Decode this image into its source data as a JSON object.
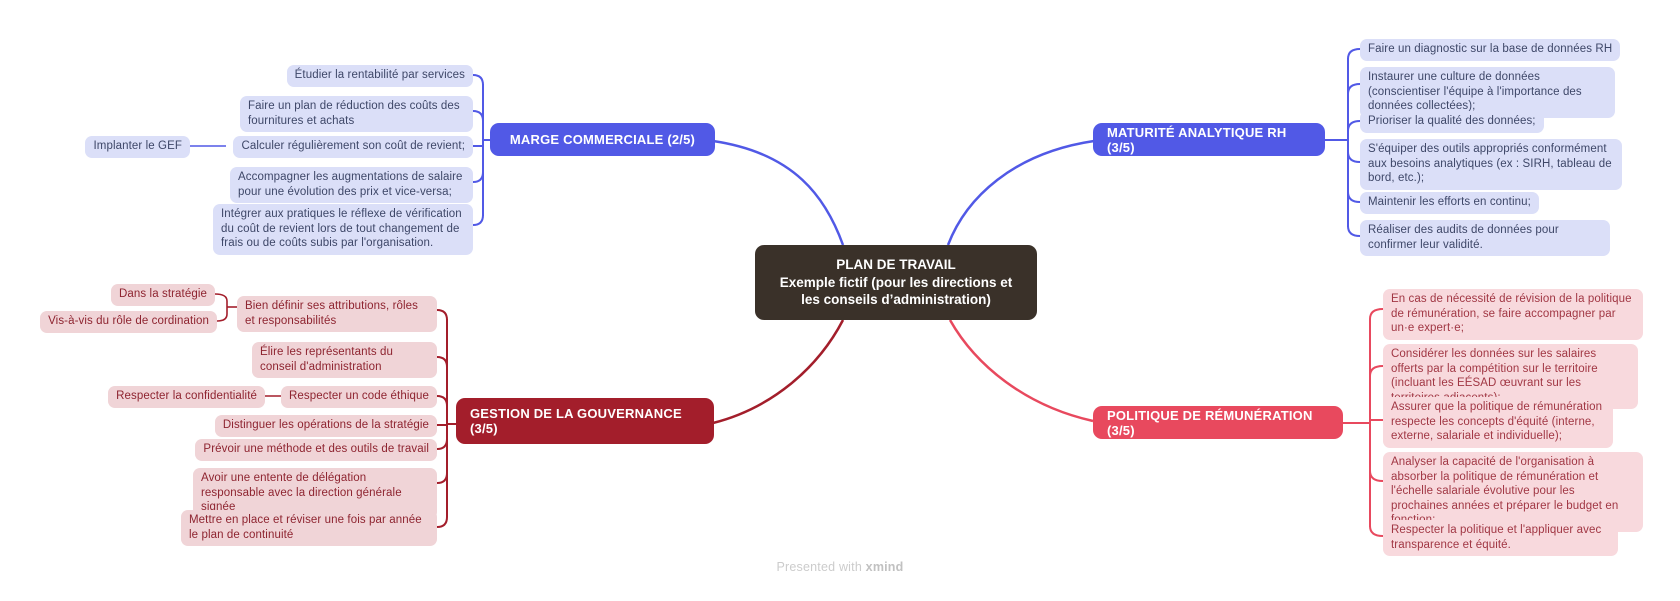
{
  "app": {
    "footer_prefix": "Presented with",
    "footer_brand": "xmind"
  },
  "colors": {
    "branch_blue": "#5159e6",
    "branch_blue_light": "#dbdff8",
    "branch_darkred": "#a31e2b",
    "branch_darkred_light": "#f0d4d7",
    "branch_rose": "#e8495e",
    "branch_rose_light": "#f8d9dd",
    "center_background": "#3a3129",
    "center_text": "#ffffff"
  },
  "center": {
    "title": "PLAN DE TRAVAIL",
    "subtitle": "Exemple fictif (pour les directions et les conseils d’administration)"
  },
  "branches": {
    "marge": {
      "label": "MARGE COMMERCIALE (2/5)",
      "children": {
        "c1": "Étudier la rentabilité par services",
        "c2": "Faire un plan de réduction des coûts des fournitures et achats",
        "c3": "Calculer régulièrement son coût de revient;",
        "c3a": "Implanter le GEF",
        "c4": "Accompagner les augmentations de salaire pour une évolution des prix et vice-versa;",
        "c5": "Intégrer aux pratiques le réflexe de vérification du coût de revient lors de tout changement de frais ou de coûts subis par l'organisation."
      }
    },
    "maturite": {
      "label": "MATURITÉ ANALYTIQUE RH (3/5)",
      "children": {
        "m1": "Faire un diagnostic sur la base de données RH",
        "m2": "Instaurer une culture de données (conscientiser l'équipe à l'importance des données collectées);",
        "m3": "Prioriser la qualité des données;",
        "m4": "S'équiper des outils appropriés conformément aux besoins analytiques (ex : SIRH, tableau de bord, etc.);",
        "m5": "Maintenir les efforts en continu;",
        "m6": "Réaliser des audits de données pour confirmer leur validité."
      }
    },
    "gouvernance": {
      "label": "GESTION DE LA GOUVERNANCE (3/5)",
      "children": {
        "g1": "Bien définir ses attributions, rôles et responsabilités",
        "g1a": "Dans la stratégie",
        "g1b": "Vis-à-vis du rôle de cordination",
        "g2": "Élire les représentants du conseil d'administration",
        "g3": "Respecter un code éthique",
        "g3a": "Respecter la confidentialité",
        "g4": "Distinguer les opérations de la stratégie",
        "g5": "Prévoir une méthode et des outils de travail",
        "g6": "Avoir une entente de délégation responsable avec la direction générale signée",
        "g7": "Mettre en place et réviser une fois par année le plan de continuité"
      }
    },
    "remuneration": {
      "label": "POLITIQUE DE RÉMUNÉRATION (3/5)",
      "children": {
        "p1": "En cas de nécessité de révision de la politique de rémunération, se faire accompagner par un·e expert·e;",
        "p2": "Considérer les données sur les salaires offerts par la compétition sur le territoire (incluant les EÉSAD œuvrant sur les territoires adjacents);",
        "p3": "Assurer que la politique de rémunération respecte les concepts d'équité (interne, externe, salariale et individuelle);",
        "p4": "Analyser la capacité de l'organisation à absorber la politique de rémunération et l'échelle salariale évolutive pour les prochaines années et préparer le budget en fonction;",
        "p5": "Respecter la politique et l'appliquer avec transparence et équité."
      }
    }
  }
}
